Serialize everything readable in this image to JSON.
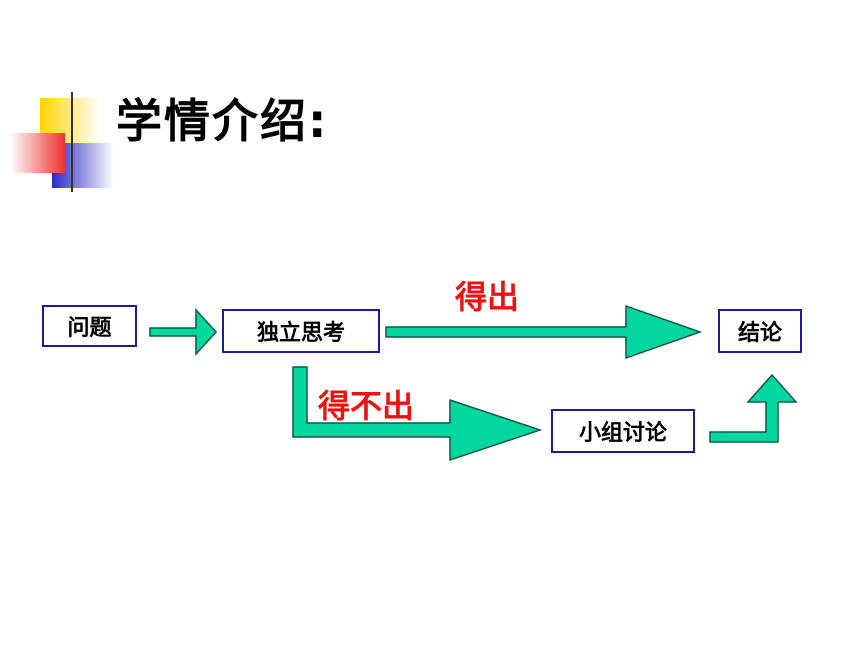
{
  "title": "学情介绍:",
  "nodes": {
    "question": "问题",
    "independent_thinking": "独立思考",
    "conclusion": "结论",
    "group_discussion": "小组讨论"
  },
  "edge_labels": {
    "reached": "得出",
    "not_reached": "得不出"
  },
  "colors": {
    "arrow_fill": "#00d8a0",
    "arrow_stroke": "#0a5a4a",
    "box_border": "#1a1a9a",
    "edge_label": "#ee1111",
    "title_accent_yellow": "#ffd400",
    "title_accent_blue": "#2a2ac8",
    "title_accent_red": "#ee3333"
  }
}
